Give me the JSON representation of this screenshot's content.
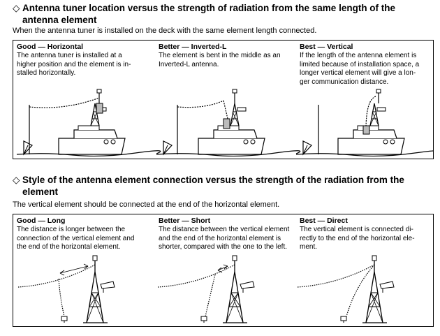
{
  "section1": {
    "title_line1": "Antenna tuner location versus the strength of radiation from the same length of the",
    "title_line2": "antenna element",
    "subtitle": "When the antenna tuner is installed on the deck with the same element length connected.",
    "columns": [
      {
        "heading": "Good — Horizontal",
        "lines": [
          "The antenna tuner is installed at a",
          "higher position and the element is in-",
          "stalled horizontally."
        ]
      },
      {
        "heading": "Better — Inverted-L",
        "lines": [
          "The element is bent in the middle as an",
          "Inverted-L antenna."
        ]
      },
      {
        "heading": "Best — Vertical",
        "lines": [
          "If the length of the antenna element is",
          "limited because of installation space, a",
          "longer vertical element will give a lon-",
          "ger communication distance."
        ]
      }
    ]
  },
  "section2": {
    "title_line1": "Style of the antenna element connection versus the strength of the radiation from the",
    "title_line2": "element",
    "subtitle": "The vertical element should be connected at the end of the horizontal element.",
    "columns": [
      {
        "heading": "Good — Long",
        "lines": [
          "The distance is longer between the",
          "connection of the vertical element and",
          "the end of the horizontal element."
        ]
      },
      {
        "heading": "Better — Short",
        "lines": [
          "The distance between the vertical element",
          "and the end of the horizontal element is",
          "shorter, compared with the one to the left."
        ]
      },
      {
        "heading": "Best — Direct",
        "lines": [
          "The vertical element is connected di-",
          "rectly to the end of the horizontal ele-",
          "ment."
        ]
      }
    ]
  },
  "diamond": "◇"
}
